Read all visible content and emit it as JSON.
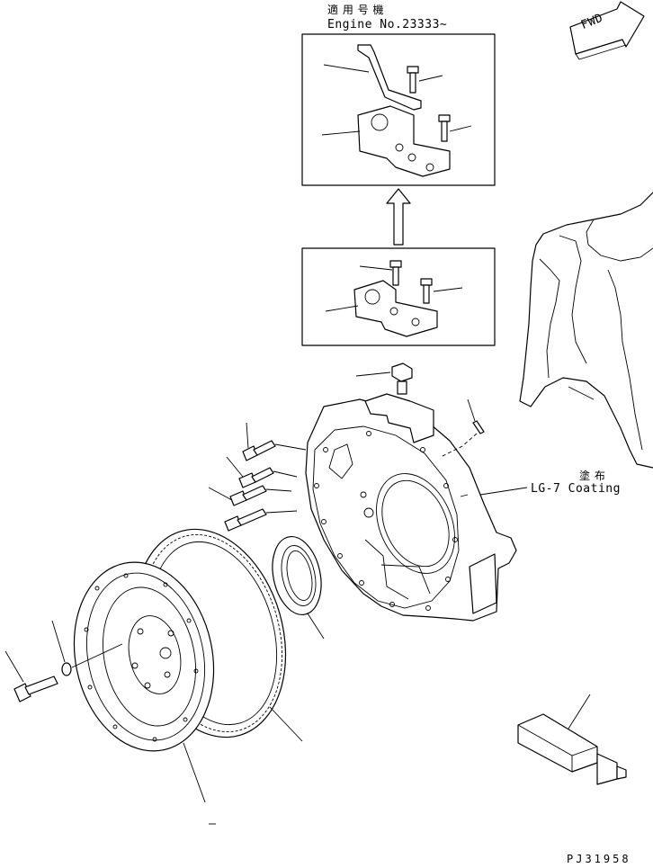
{
  "inset_header": {
    "applicability_jp": "適 用 号 機",
    "engine_number": "Engine No.23333~"
  },
  "fwd_arrow": {
    "label": "FWD"
  },
  "coating_note": {
    "jp": "塗 布",
    "label": "LG-7 Coating"
  },
  "drawing_id": "PJ31958"
}
